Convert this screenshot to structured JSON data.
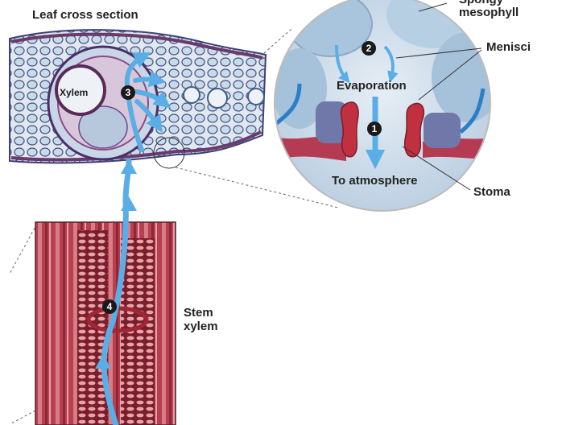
{
  "labels": {
    "leaf_cross_section": "Leaf cross section",
    "xylem": "Xylem",
    "spongy_line1": "Spongy",
    "spongy_line2": "mesophyll",
    "menisci": "Menisci",
    "evaporation": "Evaporation",
    "to_atmosphere": "To atmosphere",
    "stoma": "Stoma",
    "stem_line1": "Stem",
    "stem_line2": "xylem"
  },
  "steps": {
    "one": "1",
    "two": "2",
    "three": "3",
    "four": "4"
  },
  "colors": {
    "water_arrow": "#5aaee6",
    "xylem_tissue": "#c0485a",
    "cell_wall": "#6a3a6a",
    "stoma_guard": "#c03040",
    "mesophyll": "#b8cfe0"
  }
}
